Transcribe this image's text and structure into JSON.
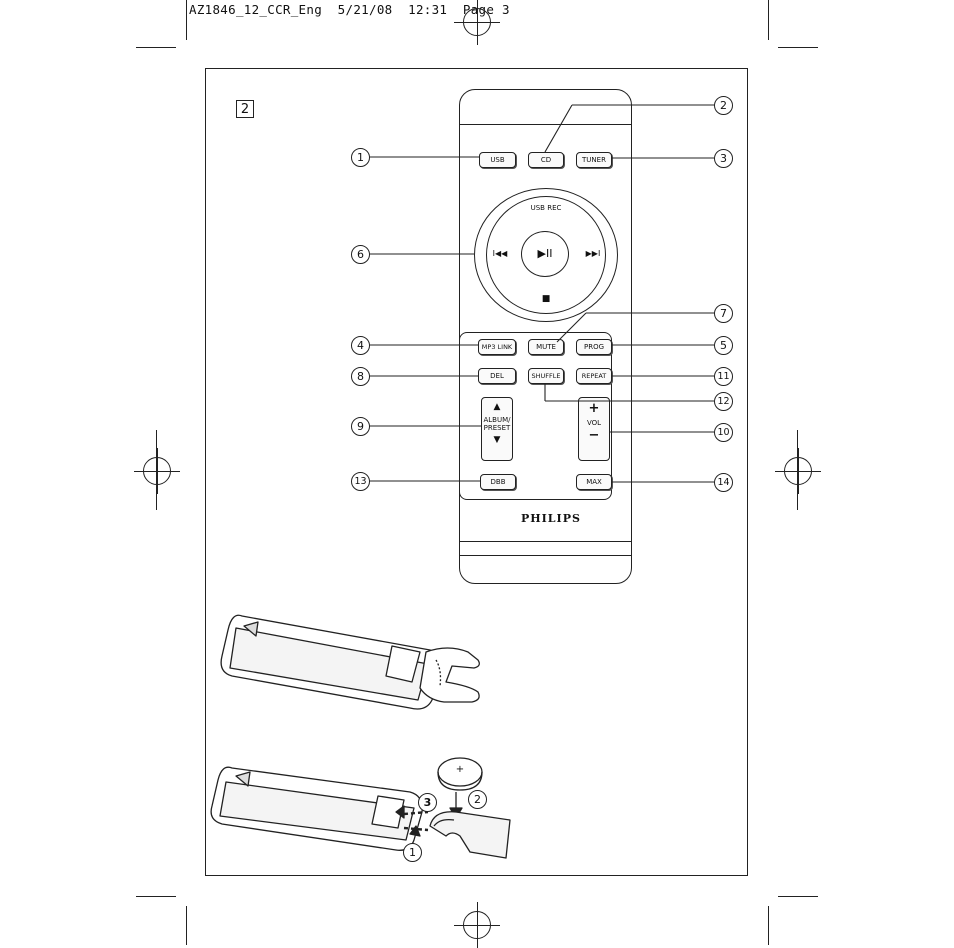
{
  "header": {
    "text": "AZ1846_12_CCR_Eng  5/21/08  12:31  Page 3"
  },
  "figure": {
    "number": "2"
  },
  "remote": {
    "brand": "PHILIPS",
    "buttons": {
      "usb": "USB",
      "cd": "CD",
      "tuner": "TUNER",
      "usb_rec": "USB REC",
      "prev": "I◀◀",
      "play_pause": "▶II",
      "next": "▶▶I",
      "stop": "■",
      "mp3_link": "MP3 LINK",
      "mute": "MUTE",
      "prog": "PROG",
      "del": "DEL",
      "shuffle": "SHUFFLE",
      "repeat": "REPEAT",
      "album_up": "▲",
      "album_label": "ALBUM/ PRESET",
      "album_down": "▼",
      "vol_up": "+",
      "vol_label": "VOL",
      "vol_down": "−",
      "dbb": "DBB",
      "max": "MAX"
    }
  },
  "callouts": {
    "c1": "1",
    "c2": "2",
    "c3": "3",
    "c4": "4",
    "c5": "5",
    "c6": "6",
    "c7": "7",
    "c8": "8",
    "c9": "9",
    "c10": "10",
    "c11": "11",
    "c12": "12",
    "c13": "13",
    "c14": "14"
  },
  "battery_steps": {
    "s1": "1",
    "s2": "2",
    "s3": "3",
    "coin": "+"
  }
}
